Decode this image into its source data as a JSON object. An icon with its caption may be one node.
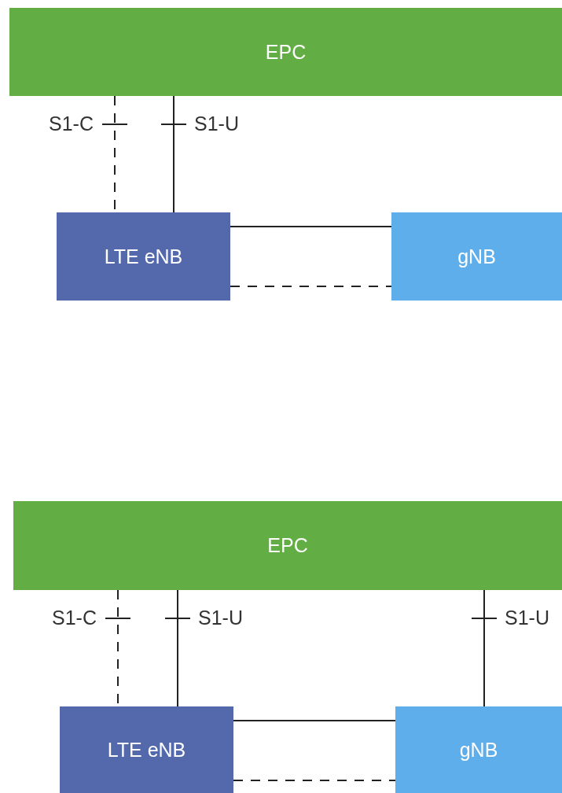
{
  "diagram": {
    "nodes": [
      {
        "text": [
          "EPC"
        ]
      },
      {
        "text": [
          "LTE eNB"
        ]
      },
      {
        "text": [
          "gNB"
        ]
      },
      {
        "text": [
          "EPC"
        ]
      },
      {
        "text": [
          "LTE eNB"
        ]
      },
      {
        "text": [
          "gNB"
        ]
      }
    ],
    "edges": [
      {
        "from": 0,
        "to": 1,
        "arrow": "none",
        "style": "dashed",
        "label": "S1-C"
      },
      {
        "from": 0,
        "to": 1,
        "arrow": "none",
        "label": "S1-U"
      },
      {
        "from": 1,
        "to": 2,
        "arrow": "none"
      },
      {
        "from": 1,
        "to": 2,
        "arrow": "none",
        "style": "dashed"
      },
      {
        "from": 3,
        "to": 4,
        "arrow": "none",
        "style": "dashed",
        "label": "S1-C"
      },
      {
        "from": 3,
        "to": 4,
        "arrow": "none",
        "label": "S1-U"
      },
      {
        "from": 3,
        "to": 5,
        "arrow": "none",
        "label": "S1-U"
      },
      {
        "from": 4,
        "to": 5,
        "arrow": "none"
      },
      {
        "from": 4,
        "to": 5,
        "arrow": "none",
        "style": "dashed"
      }
    ]
  }
}
